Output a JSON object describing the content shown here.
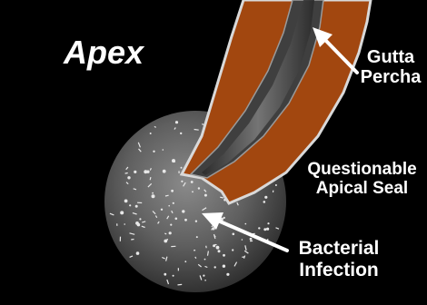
{
  "title": "Apex",
  "labels": {
    "gutta_percha": [
      "Gutta",
      "Percha"
    ],
    "apical_seal": [
      "Questionable",
      "Apical Seal"
    ],
    "bacterial_infection": [
      "Bacterial",
      "Infection"
    ]
  },
  "colors": {
    "background": "#000000",
    "text": "#ffffff",
    "root_wall": "#a2470f",
    "root_outline": "#d9d9d9",
    "canal": "#555555",
    "infection": "#6a6a6a"
  }
}
